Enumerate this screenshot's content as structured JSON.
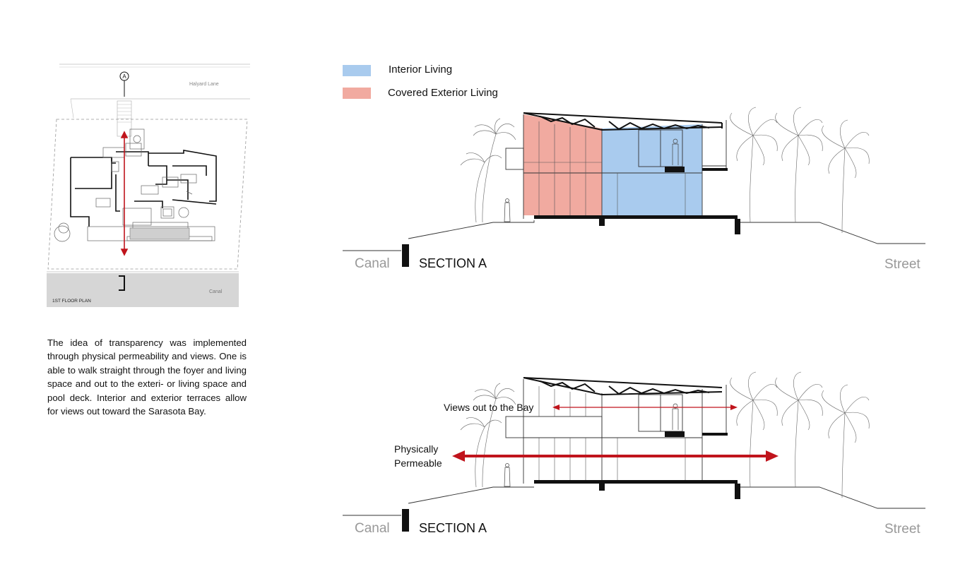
{
  "legend": {
    "items": [
      {
        "label": "Interior Living",
        "color": "#a9cbee"
      },
      {
        "label": "Covered Exterior Living",
        "color": "#f1aaa0"
      }
    ]
  },
  "plan": {
    "street_label": "Halyard Lane",
    "marker_letter": "A",
    "water_label": "Canal",
    "plan_title": "1ST FLOOR PLAN"
  },
  "description": "The idea of transparency was implemented through physical permeability and views. One is able to walk straight through the foyer and living space and out to the exteri- or living space and pool deck. Interior and exterior terraces allow for views out toward the Sarasota Bay.",
  "sections": [
    {
      "left_label": "Canal",
      "title": "SECTION A",
      "right_label": "Street"
    },
    {
      "left_label": "Canal",
      "title": "SECTION A",
      "right_label": "Street",
      "annotations": {
        "views": "Views out to the Bay",
        "permeable_1": "Physically",
        "permeable_2": "Permeable"
      }
    }
  ],
  "colors": {
    "arrow": "#c0141c",
    "interior": "#a9cbee",
    "exterior": "#f1aaa0",
    "ink": "#111111"
  }
}
